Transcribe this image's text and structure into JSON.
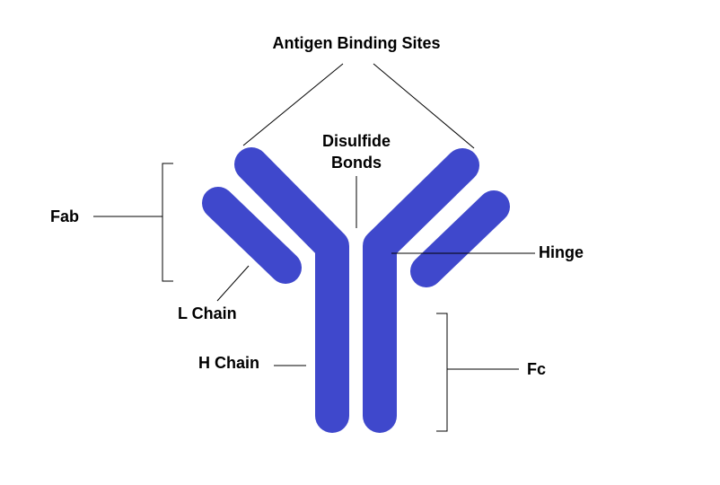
{
  "diagram": {
    "title": "Antibody structure",
    "colors": {
      "chain": "#3f48cc",
      "line": "#000000",
      "background": "#ffffff"
    },
    "labels": {
      "antigen_binding_sites": "Antigen Binding Sites",
      "disulfide_line1": "Disulfide",
      "disulfide_line2": "Bonds",
      "fab": "Fab",
      "hinge": "Hinge",
      "l_chain": "L Chain",
      "h_chain": "H Chain",
      "fc": "Fc"
    }
  }
}
